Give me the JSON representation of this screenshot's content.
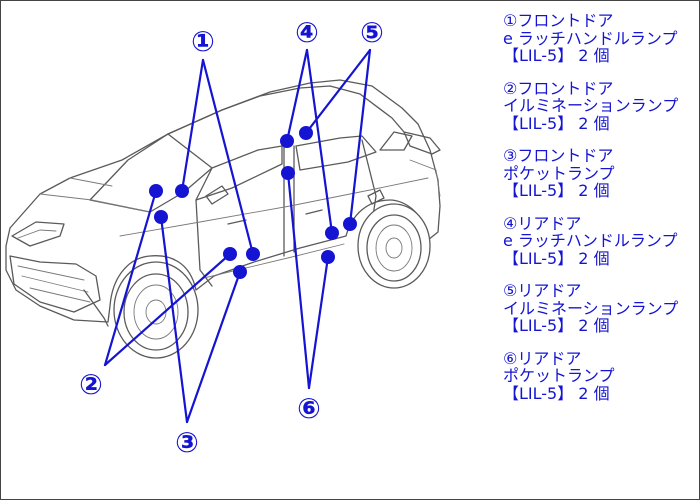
{
  "colors": {
    "accent": "#1414d2",
    "car_line": "#5a5a5a",
    "border": "#444444",
    "background": "#ffffff"
  },
  "callouts": [
    "①",
    "②",
    "③",
    "④",
    "⑤",
    "⑥"
  ],
  "legend": [
    {
      "line1": "①フロントドア",
      "line2": "e ラッチハンドルランプ",
      "line3": "【LIL-5】 2 個"
    },
    {
      "line1": "②フロントドア",
      "line2": "イルミネーションランプ",
      "line3": "【LIL-5】 2 個"
    },
    {
      "line1": "③フロントドア",
      "line2": "ポケットランプ",
      "line3": "【LIL-5】 2 個"
    },
    {
      "line1": "④リアドア",
      "line2": "e ラッチハンドルランプ",
      "line3": "【LIL-5】 2 個"
    },
    {
      "line1": "⑤リアドア",
      "line2": "イルミネーションランプ",
      "line3": "【LIL-5】 2 個"
    },
    {
      "line1": "⑥リアドア",
      "line2": "ポケットランプ",
      "line3": "【LIL-5】 2 個"
    }
  ]
}
